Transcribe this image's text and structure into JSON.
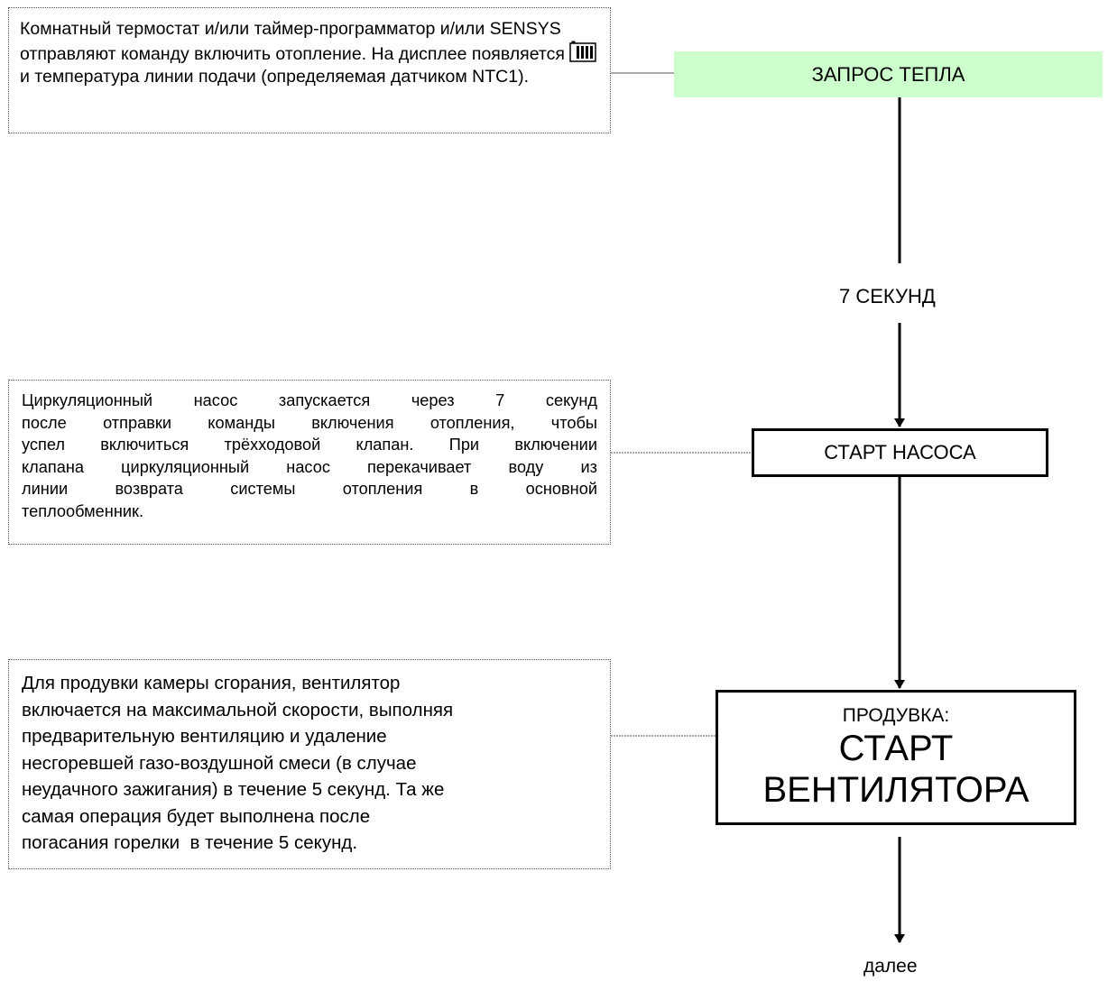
{
  "notes": {
    "heat_request": {
      "text_before_icon": "Комнатный термостат и/или таймер-программатор и/или SENSYS отправляют команду включить отопление. На дисплее появляется",
      "icon": "radiator-icon",
      "text_after_icon": "и температура линии подачи (определяемая датчиком NTC1)."
    },
    "pump": {
      "lines": [
        "Циркуляционный насос запускается через 7 секунд",
        "после отправки команды включения отопления, чтобы",
        "успел включиться трёхходовой клапан. При включении",
        "клапана циркуляционный насос перекачивает воду из",
        "линии возврата системы отопления в основной",
        "теплообменник."
      ]
    },
    "fan": {
      "lines": [
        "Для продувки камеры сгорания, вентилятор",
        "включается на максимальной скорости, выполняя",
        "предварительную вентиляцию и удаление",
        "несгоревшей газо-воздушной смеси (в случае",
        "неудачного зажигания) в течение 5 секунд. Та же",
        "самая операция будет выполнена после",
        "погасания горелки  в течение 5 секунд."
      ]
    }
  },
  "flow": {
    "heat_request": "ЗАПРОС ТЕПЛА",
    "delay_label": "7 СЕКУНД",
    "pump_start": "СТАРТ НАСОСА",
    "fan_small": "ПРОДУВКА:",
    "fan_big_line1": "СТАРТ",
    "fan_big_line2": "ВЕНТИЛЯТОРА",
    "next": "далее"
  },
  "colors": {
    "heat_request_fill": "#ccffcc"
  }
}
